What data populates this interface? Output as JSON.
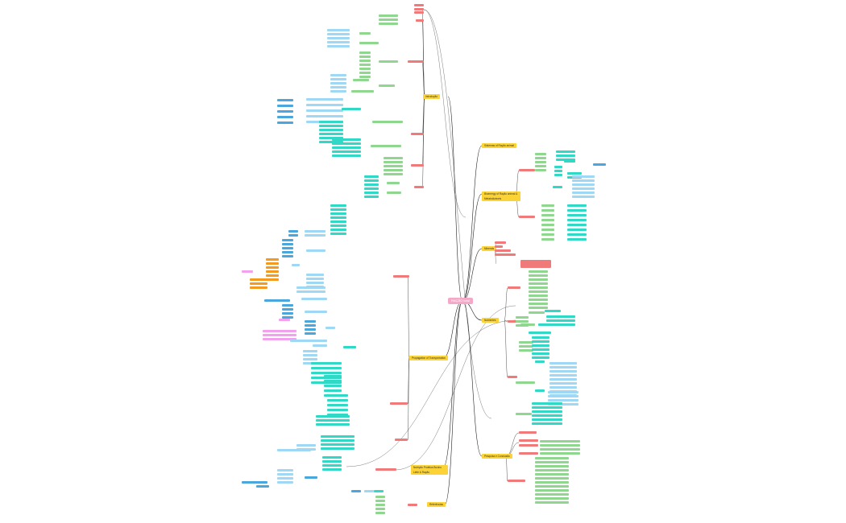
{
  "colors": {
    "root": "#f6a8c8",
    "branch": "#fbd336",
    "red": "#f07a7a",
    "green": "#8fd68f",
    "blue": "#9fd8f5",
    "teal": "#2fd9c6",
    "orange": "#f39a1f",
    "pink": "#f3a0ee",
    "line": "#222222"
  },
  "root": {
    "label": "RAÇÃO total"
  },
  "branches": [
    {
      "label": "Introdução"
    },
    {
      "label": "Sistemas of Ração animal"
    },
    {
      "label": "Bioenergy of Ração animal & Metabolizáveis"
    },
    {
      "label": "Minerais"
    },
    {
      "label": "Nutrientes"
    },
    {
      "label": "Propagation of Transportation"
    },
    {
      "label": "Nutrição Protéica Bovino Leite & Ração"
    },
    {
      "label": "Pesquisa e Conclusão"
    },
    {
      "label": "Referências"
    }
  ]
}
